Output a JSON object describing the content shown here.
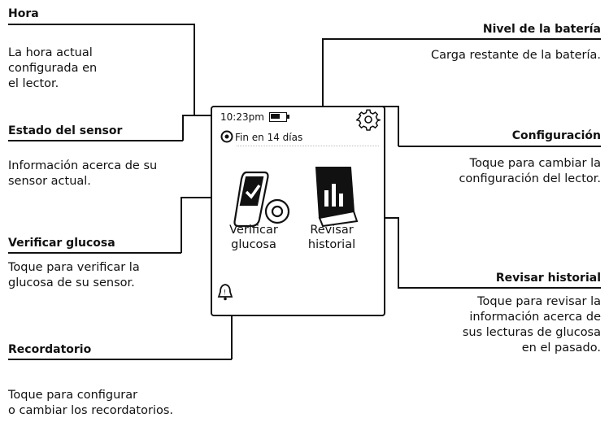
{
  "callouts": {
    "hora": {
      "title": "Hora",
      "lines": [
        "La hora actual",
        "configurada en",
        "el lector."
      ]
    },
    "bateria": {
      "title": "Nivel de la batería",
      "lines": [
        "Carga restante de la batería."
      ]
    },
    "estado": {
      "title": "Estado del sensor",
      "lines": [
        "Información acerca de su",
        "sensor actual."
      ]
    },
    "configuracion": {
      "title": "Configuración",
      "lines": [
        "Toque para cambiar la",
        "configuración del lector."
      ]
    },
    "verificar": {
      "title": "Verificar glucosa",
      "lines": [
        "Toque para verificar la",
        "glucosa de su sensor."
      ]
    },
    "historial": {
      "title": "Revisar historial",
      "lines": [
        "Toque para revisar la",
        "información acerca de",
        "sus lecturas de glucosa",
        "en el pasado."
      ]
    },
    "recordatorio": {
      "title": "Recordatorio",
      "lines": [
        "Toque para configurar",
        "o cambiar los recordatorios."
      ]
    }
  },
  "device": {
    "time": "10:23pm",
    "battery_level": 0.6,
    "sensor_status": "Fin en 14 días",
    "check_label": [
      "Verificar",
      "glucosa"
    ],
    "history_label": [
      "Revisar",
      "historial"
    ]
  },
  "icons": {
    "sensor": "sensor-icon",
    "settings": "gear-icon",
    "check": "reader-check-icon",
    "history": "history-book-icon",
    "reminder": "bell-icon",
    "battery": "battery-icon"
  }
}
